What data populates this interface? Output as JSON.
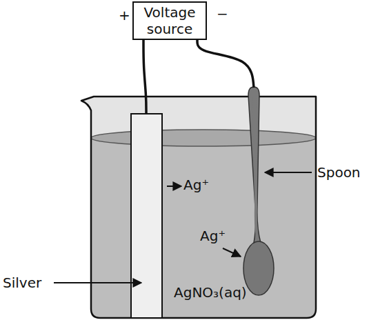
{
  "diagram": {
    "nodes": [
      {
        "text": [
          "Voltage source"
        ]
      }
    ],
    "labels": [
      "+",
      "−",
      "Ag⁺",
      "Ag⁺",
      "Spoon",
      "Silver",
      "AgNO₃(aq)"
    ]
  }
}
